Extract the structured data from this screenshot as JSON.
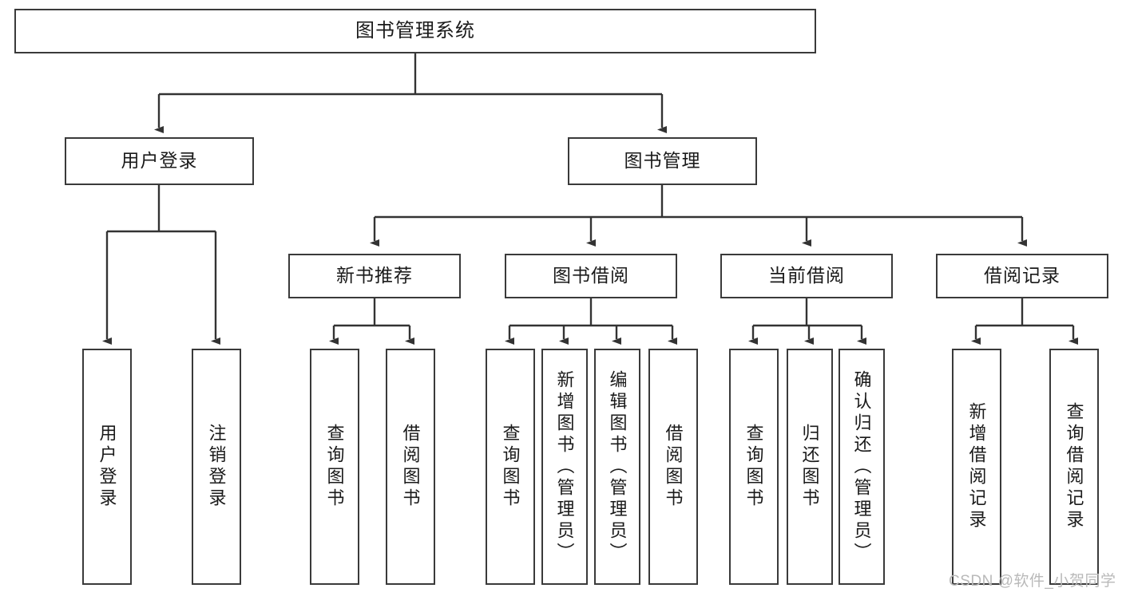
{
  "diagram": {
    "title": "图书管理系统",
    "type": "hierarchy-tree",
    "colors": {
      "box_border": "#3a3a3a",
      "box_fill": "#ffffff",
      "connector": "#333333",
      "text": "#1a1a1a",
      "watermark": "#b9b9b9"
    },
    "root": {
      "label": "图书管理系统"
    },
    "level2": [
      {
        "label": "用户登录"
      },
      {
        "label": "图书管理"
      }
    ],
    "level3": [
      {
        "label": "新书推荐"
      },
      {
        "label": "图书借阅"
      },
      {
        "label": "当前借阅"
      },
      {
        "label": "借阅记录"
      }
    ],
    "leaves": {
      "user_login": [
        {
          "label": "用户登录"
        },
        {
          "label": "注销登录"
        }
      ],
      "new_book_recommend": [
        {
          "label": "查询图书"
        },
        {
          "label": "借阅图书"
        }
      ],
      "book_borrow": [
        {
          "label": "查询图书"
        },
        {
          "label": "新增图书（管理员）"
        },
        {
          "label": "编辑图书（管理员）"
        },
        {
          "label": "借阅图书"
        }
      ],
      "current_borrow": [
        {
          "label": "查询图书"
        },
        {
          "label": "归还图书"
        },
        {
          "label": "确认归还（管理员）"
        }
      ],
      "borrow_record": [
        {
          "label": "新增借阅记录"
        },
        {
          "label": "查询借阅记录"
        }
      ]
    },
    "watermark": "CSDN @软件_小贺同学"
  }
}
